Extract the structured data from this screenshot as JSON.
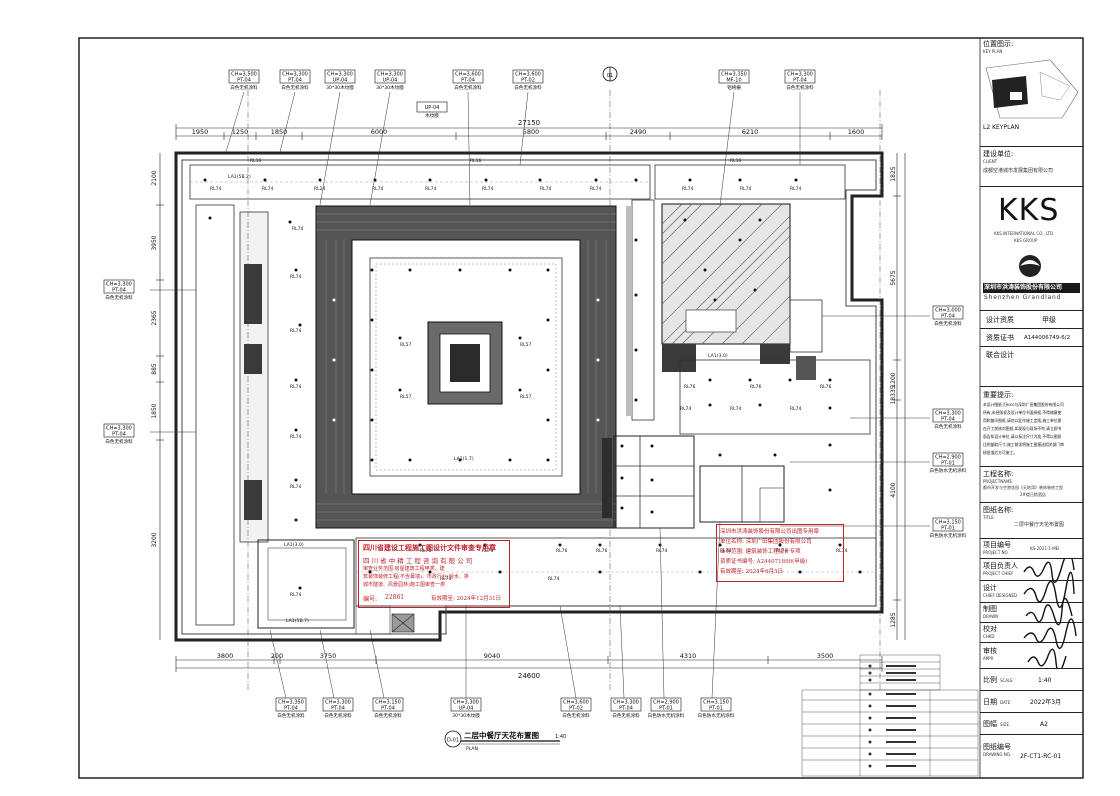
{
  "drawing": {
    "title": "二层中餐厅天花布置图",
    "title_en": "PLAN",
    "title_scale": "1:40",
    "title_index": "D-01",
    "north_marker": "01",
    "dims_top_total": "27150",
    "dims_top": [
      "1950",
      "1250",
      "1850",
      "6000",
      "5800",
      "2490",
      "6210",
      "1600"
    ],
    "dims_bottom_total": "24600",
    "dims_bottom": [
      "3800",
      "200",
      "3750",
      "9040",
      "4310",
      "3500"
    ],
    "dims_left": [
      "2100",
      "3950",
      "2365",
      "885",
      "1850",
      "3200"
    ],
    "dims_right": [
      "1825",
      "5675",
      "1200",
      "18335",
      "4100",
      "1285"
    ],
    "lights": [
      "RL74",
      "RL76",
      "RL57",
      "RL24",
      "RL16"
    ],
    "tags_top": [
      {
        "code": "CH=3,500",
        "mat": "PT-04",
        "desc": "白色无机涂料"
      },
      {
        "code": "CH=3,300",
        "mat": "PT-04",
        "desc": "白色无机涂料"
      },
      {
        "code": "CH=3,300",
        "mat": "UP-04",
        "desc": "30*30木纹膜"
      },
      {
        "code": "CH=3,300",
        "mat": "UP-04",
        "desc": "30*30木纹膜"
      },
      {
        "code": "CH=3,600",
        "mat": "PT-04",
        "desc": "白色无机涂料"
      },
      {
        "code": "CH=3,600",
        "mat": "PT-02",
        "desc": "白色无机涂料"
      },
      {
        "code": "CH=3,350",
        "mat": "MF-10",
        "desc": "铝格栅"
      },
      {
        "code": "CH=3,300",
        "mat": "PT-04",
        "desc": "白色无机涂料"
      }
    ],
    "tag_inner": {
      "code": "UP-04",
      "desc": "木纹膜"
    },
    "tags_left": [
      {
        "code": "CH=3,300",
        "mat": "PT-04",
        "desc": "白色无机涂料"
      },
      {
        "code": "CH=3,300",
        "mat": "PT-04",
        "desc": "白色无机涂料"
      }
    ],
    "tags_right": [
      {
        "code": "CH=3,000",
        "mat": "PT-04",
        "desc": "白色无机涂料"
      },
      {
        "code": "CH=3,300",
        "mat": "PT-04",
        "desc": "白色无机涂料"
      },
      {
        "code": "CH=2,900",
        "mat": "PT-01",
        "desc": "白色防水无机涂料"
      },
      {
        "code": "CH=3,150",
        "mat": "PT-01",
        "desc": "白色防水无机涂料"
      }
    ],
    "tags_bottom": [
      {
        "code": "CH=3,350",
        "mat": "PT-04",
        "desc": "白色无机涂料"
      },
      {
        "code": "CH=3,300",
        "mat": "PT-04",
        "desc": "白色无机涂料"
      },
      {
        "code": "CH=3,150",
        "mat": "PT-04",
        "desc": "白色无机涂料"
      },
      {
        "code": "CH=3,300",
        "mat": "UP-04",
        "desc": "30*30木纹膜"
      },
      {
        "code": "CH=3,600",
        "mat": "PT-02",
        "desc": "白色无机涂料"
      },
      {
        "code": "CH=3,300",
        "mat": "PT-04",
        "desc": "白色无机涂料"
      },
      {
        "code": "CH=2,900",
        "mat": "PT-01",
        "desc": "白色防水无机涂料"
      },
      {
        "code": "CH=3,150",
        "mat": "PT-01",
        "desc": "白色防水无机涂料"
      }
    ],
    "la_tags": [
      "LA1(5B.2)",
      "LA1(3.0)",
      "LA1(5B.7)",
      "LA1(1.7)",
      "LA1(3.0)"
    ]
  },
  "titleblock": {
    "keyplan_label": "位置图示:",
    "keyplan_sub": "KEY PLAN",
    "keyplan_caption": "L2 KEYPLAN",
    "client_label": "建设单位:",
    "client_sub": "CLIENT",
    "client_value": "成都空港城市发展集团有限公司",
    "logo_text": "KKS",
    "logo_sub1": "KKS INTERNATIONAL CO., LTD",
    "logo_sub2": "KKS GROUP",
    "grandland_cn": "深圳市洪涛装饰股份有限公司",
    "grandland_en": "Shenzhen Grandland",
    "qual_label": "设计资质",
    "qual_value": "甲级",
    "cert_label": "资质证书",
    "cert_value": "A144006749-6/2",
    "joint_label": "联合设计",
    "notes_label": "重要提示:",
    "notes_lines": [
      "本设计图纸,归KKS与深圳广田集团股份有限公司",
      "所有,未经版权及设计单位书面授权,不得随意使",
      "用和复印图纸,请勿以此作施工定版,施工单位需",
      "在开工前核对图纸,如发现与现场不符,请立即书",
      "面告知设计单位,请以标注尺寸为准,不得以图纸",
      "比例量取尺寸,施工前须将施工图报送相关部门审",
      "核批准后方可施工。"
    ],
    "project_label": "工程名称:",
    "project_sub": "PROJECTNAME",
    "project_value_1": "都市开发与空港花园《天地湾》装饰装修工程",
    "project_value_2": "2#楼日航酒店",
    "title_label": "图纸名称:",
    "title_sub": "TITLE",
    "title_value": "二层中餐厅天花布置图",
    "no_label": "项目编号",
    "no_sub": "PROJECT NO.",
    "no_value": "KS-2021-1-MEI",
    "chief_label": "项目负责人",
    "chief_sub": "PROJECT CHIEF",
    "design_label": "设计",
    "design_sub": "CHIEF DESIGNED",
    "drawn_label": "制图",
    "drawn_sub": "DRAWN",
    "check_label": "校对",
    "check_sub": "CHKD",
    "appr_label": "审核",
    "appr_sub": "APPR",
    "scale_label": "比例",
    "scale_sub": "SCALE",
    "scale_value": "1:40",
    "date_label": "日期",
    "date_sub": "DATE",
    "date_value": "2022年3月",
    "size_label": "图幅",
    "size_sub": "SIZE",
    "size_value": "A2",
    "drawno_label": "图纸编号",
    "drawno_sub": "DRAWING NO.",
    "drawno_value": "2F-CT1-RC-01"
  },
  "stamps": {
    "left_line1": "四川省建设工程施工图设计文件审查专用章",
    "left_line2": "四 川 省 中 精 工 程 咨 询 有 限 公 司",
    "left_line3": "审查业务范围:房屋建筑工程甲类、建",
    "left_line4": "筑装饰装修工程(不含幕墙)、市政行业(给水、排",
    "left_line5": "城市隧道、风景园林)施工图审查一类",
    "left_no_label": "编号:",
    "left_no": "22861",
    "left_valid": "有效期至: 2024年12月31日",
    "right_line1": "深圳市洪涛装饰股份有限公司出图专用章",
    "right_line2": "单位名称: 深圳广田集团股份有限公司",
    "right_line3": "业务范围: 建筑装饰工程设计专项",
    "right_line4": "资质证书编号: A244071890(甲级)",
    "right_line5": "有效期至: 2024年6月5日"
  }
}
